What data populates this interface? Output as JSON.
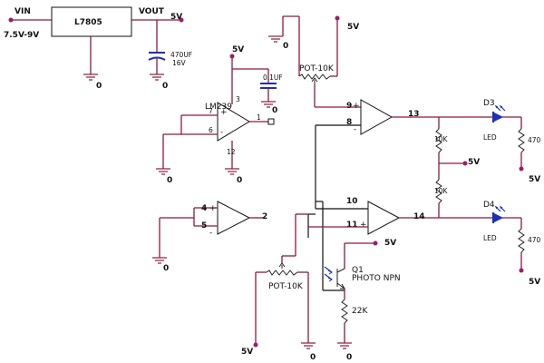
{
  "regulator": {
    "name": "L7805",
    "vin": "VIN",
    "vout": "VOUT",
    "input_range": "7.5V-9V"
  },
  "supply": {
    "v5": "5V"
  },
  "ground": {
    "zero": "0"
  },
  "capacitors": {
    "c470_value": "470UF",
    "c470_voltage": "16V",
    "c01": "0.1UF"
  },
  "comparators": {
    "lm239": "LM239"
  },
  "pins": {
    "p1": "1",
    "p2": "2",
    "p3": "3",
    "p4": "4",
    "p5": "5",
    "p6": "6",
    "p7": "7",
    "p8": "8",
    "p9": "9",
    "p10": "10",
    "p11": "11",
    "p12": "12",
    "p13": "13",
    "p14": "14"
  },
  "signs": {
    "plus": "+",
    "minus": "-"
  },
  "pots": {
    "top": "POT-10K",
    "bottom": "POT-10K"
  },
  "resistors": {
    "r10k": "10K",
    "r470": "470",
    "r22k": "22K"
  },
  "leds": {
    "d3": "D3",
    "d4": "D4",
    "led": "LED"
  },
  "transistor": {
    "ref": "Q1",
    "name": "PHOTO NPN"
  }
}
